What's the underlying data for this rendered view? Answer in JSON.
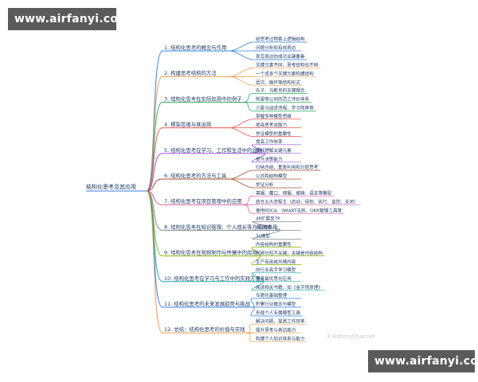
{
  "watermark": {
    "top_text": "www.airfanyi.com",
    "bottom_text": "www.airfanyi.com",
    "faint_text": "©HistoryChannel"
  },
  "diagram": {
    "root": "结构化思考及其应用",
    "colors": {
      "root_line": "#3a7bd5",
      "text": "#1f3a66"
    },
    "branches": [
      {
        "label": "1. 结构化思考的概念与作用",
        "color": "#2f80ed",
        "children": [
          "给思考过程套上逻辑结构",
          "问题分析和有效表达",
          "表完表达的成功关键要素"
        ]
      },
      {
        "label": "2. 构建思考结构的方法",
        "color": "#f2994a",
        "children": [
          "关键元素不同，思考结构也不同",
          "一个或多个关键元素构建结构",
          "层次、循环等结构形式"
        ]
      },
      {
        "label": "3. 结构化思考在实际应用中的例子",
        "color": "#27ae60",
        "children": [
          "孔子、马斯克的关键理念",
          "阿里等公司的员工评价体系",
          "六星马战述流程、学习效率等"
        ]
      },
      {
        "label": "4. 模型思维与其运用",
        "color": "#eb5757",
        "children": [
          "掌握多种模型思维",
          "提高思考说服力",
          "举证模型的重要性"
        ]
      },
      {
        "label": "5. 结构化思考在学习、工作和生活中的益处",
        "color": "#9b51e0",
        "children": [
          "提高工作效率",
          "更好理解关键元素",
          "提升决策能力"
        ]
      },
      {
        "label": "6. 结构化思考的方法与工具",
        "color": "#a0522d",
        "children": [
          "归纳总结，重复利用和分层思考",
          "公式和结构模型",
          "举证分析"
        ]
      },
      {
        "label": "7. 结构化思考在项目管理中的应用",
        "color": "#e056a0",
        "children": [
          "事据、魔口、绑据、威骑、语言等模型",
          "结合五大流程主（启动、规划、执行、监控、关闭）",
          "使用PDCA、SMART法则、OKR管理工具等"
        ]
      },
      {
        "label": "8. 结构化思考在知识管理、个人成长等方面的应用",
        "color": "#7f8c8d",
        "children": [
          "4P扩展至7P",
          "IPO模型",
          "3L模型"
        ]
      },
      {
        "label": "9. 结构化思考在视频制作与传播中的应用",
        "color": "#8db600",
        "children": [
          "内容结构的重要性",
          "视频长短不关键，关键是内容结构",
          "生产有用或共情内容"
        ]
      },
      {
        "label": "10. 结构化思考在学习与工作中的实践方法",
        "color": "#16a5a5",
        "children": [
          "向行业高手学习模型",
          "借鉴最优思化应用",
          "阅读相关书籍，如《金字塔原理》"
        ]
      },
      {
        "label": "11. 结构化思考的未来发展趋势与挑战",
        "color": "#2f80ed",
        "children": [
          "专题化基础整理",
          "积累行业概念与模型",
          "形成个人专属模型工具"
        ]
      },
      {
        "label": "12. 总结：结构化思考的价值与实践",
        "color": "#f2994a",
        "children": [
          "解决问题，提高工作效率",
          "提升思考与表达能力",
          "构建个人知识体系与能力"
        ]
      }
    ]
  }
}
